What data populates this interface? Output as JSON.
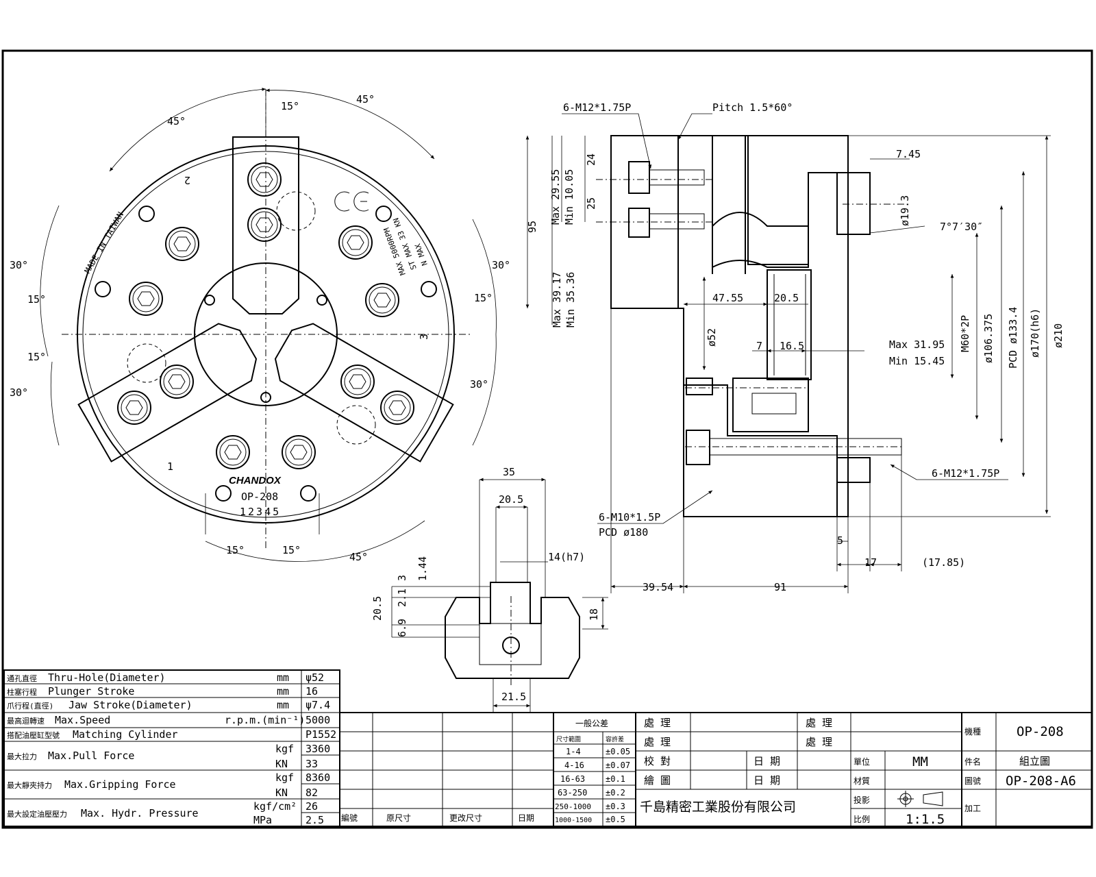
{
  "front_view": {
    "angles": {
      "top_left": "45°",
      "top_mid": "15°",
      "top_right": "45°",
      "left_30a": "30°",
      "left_15a": "15°",
      "left_15b": "15°",
      "left_30b": "30°",
      "right_30a": "30°",
      "right_15": "15°",
      "right_30b": "30°",
      "bottom_15a": "15°",
      "bottom_15b": "15°",
      "bottom_45": "45°"
    },
    "engraving": {
      "made_in": "MADE IN TAIWAN",
      "brand": "CHANDOX",
      "model": "OP-208",
      "serial": "12345",
      "rating_lines": [
        "N MAX",
        "ST MAX 33 KN",
        "MAX 5000RPM"
      ],
      "jaw_numbers": [
        "1",
        "2",
        "3"
      ]
    }
  },
  "section_view": {
    "labels": {
      "thread_top": "6-M12*1.75P",
      "pitch": "Pitch 1.5*60°",
      "d745": "7.45",
      "d193": "ø19.3",
      "angle": "7°7′30″",
      "d95": "95",
      "max2955": "Max 29.55",
      "min1005": "Min 10.05",
      "d24": "24",
      "d25": "25",
      "max3917": "Max 39.17",
      "min3536": "Min 35.36",
      "d4755": "47.55",
      "d205": "20.5",
      "d52": "ø52",
      "d7": "7",
      "d165": "16.5",
      "max3195": "Max 31.95",
      "min1545": "Min 15.45",
      "m60": "M60*2P",
      "d106": "ø106.375",
      "pcd133": "PCD ø133.4",
      "d170": "ø170(h6)",
      "d210": "ø210",
      "thread_bottom": "6-M12*1.75P",
      "m10": "6-M10*1.5P",
      "pcd180": "PCD ø180",
      "d5": "5",
      "d17": "17",
      "d1785": "(17.85)",
      "d3954": "39.54",
      "d91": "91"
    }
  },
  "jaw_view": {
    "labels": {
      "d35": "35",
      "d205": "20.5",
      "d14": "14(h7)",
      "d144": "1.44",
      "d3": "3",
      "d21": "2.1",
      "d205v": "20.5",
      "d69": "6.9",
      "d18": "18",
      "d215": "21.5"
    }
  },
  "spec_table": {
    "rows": [
      {
        "cn": "通孔直徑",
        "en": "Thru-Hole(Diameter)",
        "unit": "mm",
        "value": "ψ52"
      },
      {
        "cn": "柱塞行程",
        "en": "Plunger Stroke",
        "unit": "mm",
        "value": "16"
      },
      {
        "cn": "爪行程(直徑)",
        "en": "Jaw Stroke(Diameter)",
        "unit": "mm",
        "value": "ψ7.4"
      },
      {
        "cn": "最高迴轉速",
        "en": "Max.Speed",
        "unit": "r.p.m.(min⁻¹)",
        "value": "5000"
      },
      {
        "cn": "搭配油壓缸型號",
        "en": "Matching Cylinder",
        "unit": "",
        "value": "P1552"
      },
      {
        "cn": "最大拉力",
        "en": "Max.Pull Force",
        "unit": "kgf",
        "value": "3360",
        "unit2": "KN",
        "value2": "33"
      },
      {
        "cn": "最大靜夾持力",
        "en": "Max.Gripping Force",
        "unit": "kgf",
        "value": "8360",
        "unit2": "KN",
        "value2": "82"
      },
      {
        "cn": "最大設定油壓壓力",
        "en": "Max. Hydr. Pressure",
        "unit": "kgf/cm²",
        "value": "26",
        "unit2": "MPa",
        "value2": "2.5"
      }
    ]
  },
  "title_block": {
    "revision_headers": [
      "編號",
      "原尺寸",
      "更改尺寸",
      "日期"
    ],
    "tolerance": {
      "title": "一般公差",
      "col_size": "尺寸範圍",
      "col_tol": "容許差",
      "rows": [
        [
          "1-4",
          "±0.05"
        ],
        [
          "4-16",
          "±0.07"
        ],
        [
          "16-63",
          "±0.1"
        ],
        [
          "63-250",
          "±0.2"
        ],
        [
          "250-1000",
          "±0.3"
        ],
        [
          "1000-1500",
          "±0.5"
        ]
      ]
    },
    "roles": [
      "處 理",
      "處 理",
      "校 對",
      "繪 圖"
    ],
    "roles_right": [
      "處 理",
      "處 理"
    ],
    "date_label": "日 期",
    "company": "千島精密工業股份有限公司",
    "unit_label": "單位",
    "unit_value": "MM",
    "material_label": "材質",
    "projection_label": "投影",
    "scale_label": "比例",
    "scale_value": "1:1.5",
    "machine_label": "機種",
    "machine_value": "OP-208",
    "part_label": "件名",
    "part_value": "組立圖",
    "drawing_no_label": "圖號",
    "drawing_no_value": "OP-208-A6",
    "process_label": "加工"
  }
}
